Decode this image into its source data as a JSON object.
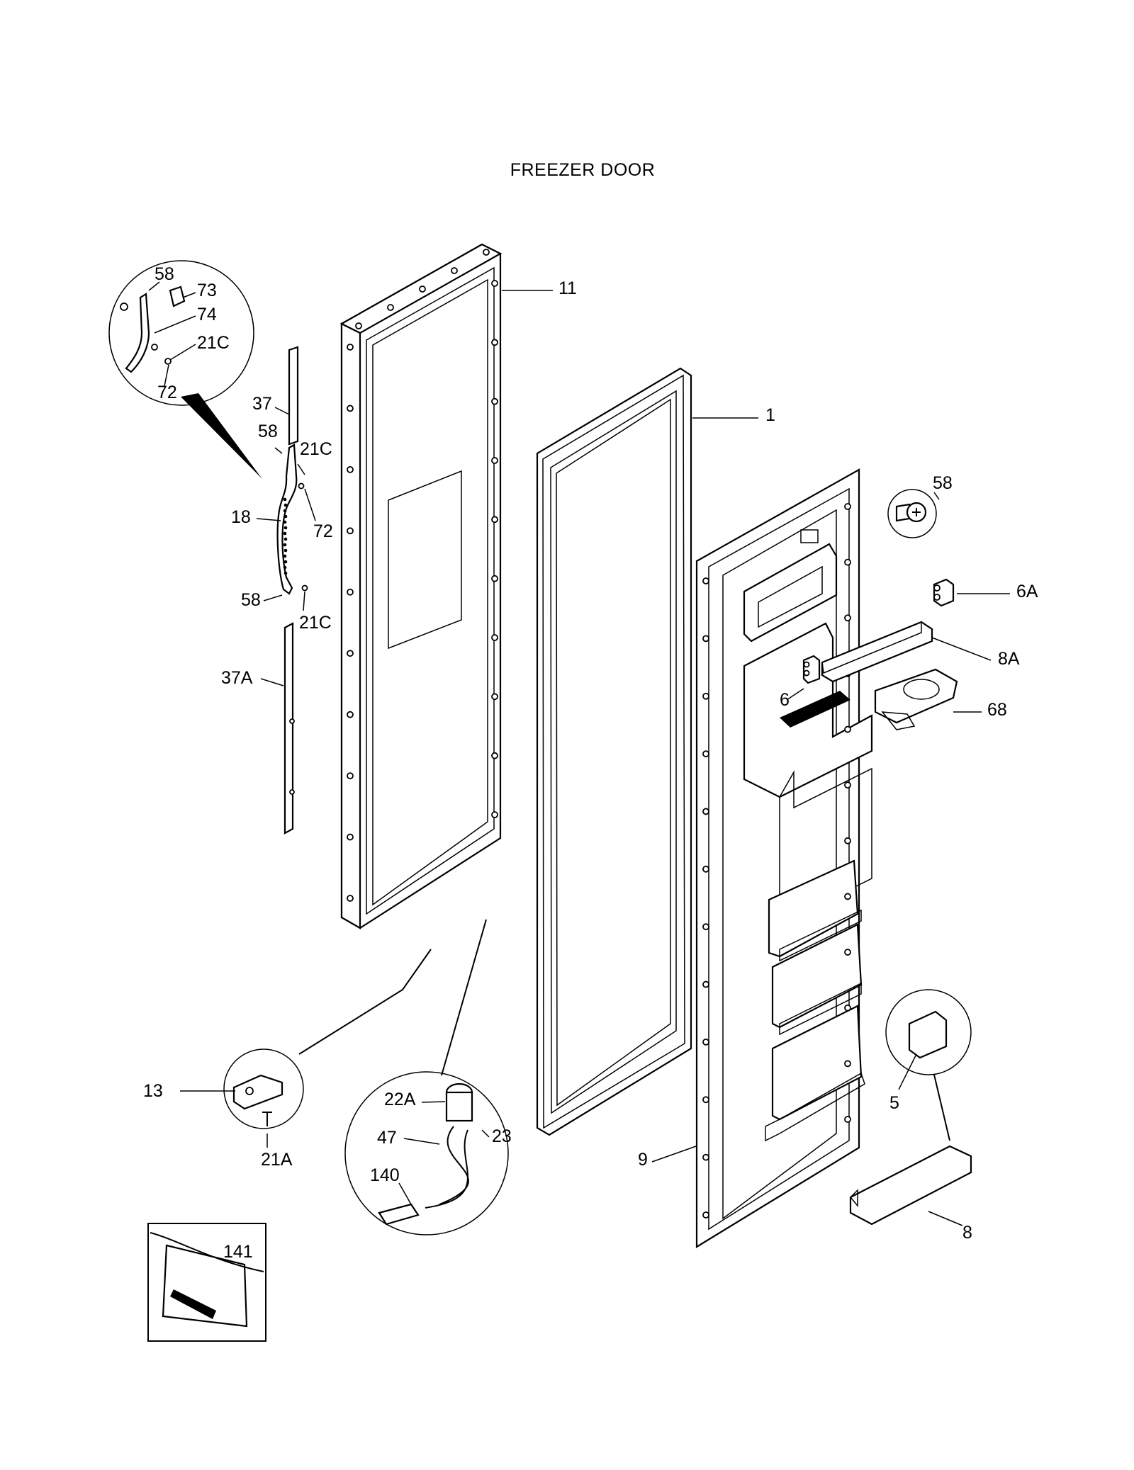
{
  "title": "FREEZER DOOR",
  "callouts": [
    {
      "id": "c11",
      "text": "11"
    },
    {
      "id": "c1",
      "text": "1"
    },
    {
      "id": "c58a",
      "text": "58"
    },
    {
      "id": "c73",
      "text": "73"
    },
    {
      "id": "c74",
      "text": "74"
    },
    {
      "id": "c21c_a",
      "text": "21C"
    },
    {
      "id": "c72_a",
      "text": "72"
    },
    {
      "id": "c37",
      "text": "37"
    },
    {
      "id": "c58b",
      "text": "58"
    },
    {
      "id": "c21c_b",
      "text": "21C"
    },
    {
      "id": "c18",
      "text": "18"
    },
    {
      "id": "c72_b",
      "text": "72"
    },
    {
      "id": "c58c",
      "text": "58"
    },
    {
      "id": "c21c_c",
      "text": "21C"
    },
    {
      "id": "c37a",
      "text": "37A"
    },
    {
      "id": "c58d",
      "text": "58"
    },
    {
      "id": "c6a",
      "text": "6A"
    },
    {
      "id": "c8a",
      "text": "8A"
    },
    {
      "id": "c6",
      "text": "6"
    },
    {
      "id": "c68",
      "text": "68"
    },
    {
      "id": "c13",
      "text": "13"
    },
    {
      "id": "c21a",
      "text": "21A"
    },
    {
      "id": "c22a",
      "text": "22A"
    },
    {
      "id": "c47",
      "text": "47"
    },
    {
      "id": "c23",
      "text": "23"
    },
    {
      "id": "c140",
      "text": "140"
    },
    {
      "id": "c9",
      "text": "9"
    },
    {
      "id": "c5",
      "text": "5"
    },
    {
      "id": "c8",
      "text": "8"
    },
    {
      "id": "c141",
      "text": "141"
    }
  ]
}
